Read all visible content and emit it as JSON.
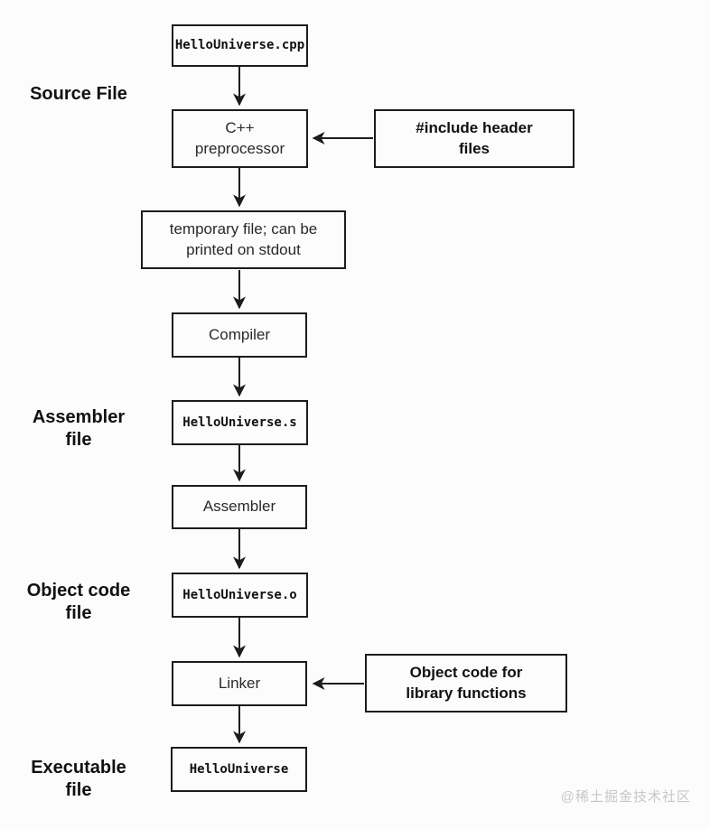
{
  "diagram": {
    "nodes": [
      {
        "id": "source-file",
        "label": "HelloUniverse.cpp"
      },
      {
        "id": "preprocessor",
        "label": "C++\npreprocessor"
      },
      {
        "id": "temp-file",
        "label": "temporary file; can be\nprinted on stdout"
      },
      {
        "id": "compiler",
        "label": "Compiler"
      },
      {
        "id": "assembly-file",
        "label": "HelloUniverse.s"
      },
      {
        "id": "assembler",
        "label": "Assembler"
      },
      {
        "id": "object-file",
        "label": "HelloUniverse.o"
      },
      {
        "id": "linker",
        "label": "Linker"
      },
      {
        "id": "executable",
        "label": "HelloUniverse"
      }
    ],
    "annotations": [
      {
        "id": "include-headers",
        "label": "#include header\nfiles"
      },
      {
        "id": "object-library",
        "label": "Object code for\nlibrary functions"
      }
    ],
    "stage_labels": [
      {
        "id": "source",
        "label": "Source File"
      },
      {
        "id": "assembler",
        "label": "Assembler\nfile"
      },
      {
        "id": "object",
        "label": "Object code\nfile"
      },
      {
        "id": "executable",
        "label": "Executable\nfile"
      }
    ],
    "colors": {
      "line": "#1c1c1c",
      "background": "#fcfcfc",
      "watermark": "#c7c7c7"
    }
  },
  "watermark": "@稀土掘金技术社区"
}
